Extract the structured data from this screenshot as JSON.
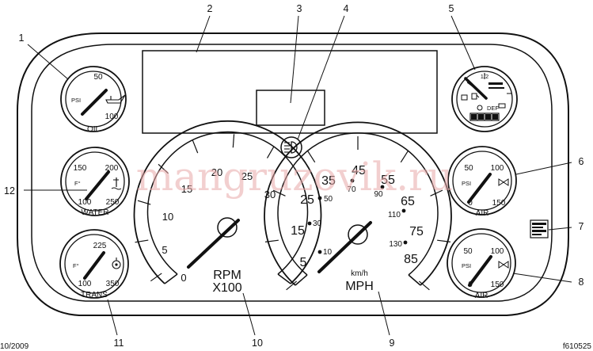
{
  "callouts": [
    "1",
    "2",
    "3",
    "4",
    "5",
    "6",
    "7",
    "8",
    "9",
    "10",
    "11",
    "12"
  ],
  "footer": {
    "left": "10/2009",
    "right": "f610525"
  },
  "watermark": "mangruzovik.ru",
  "oil_gauge": {
    "mark_top": "50",
    "unit": "PSI",
    "mark_bottom": "100",
    "name": "OIL"
  },
  "water_gauge": {
    "mark_150": "150",
    "mark_200": "200",
    "unit": "F°",
    "mark_100": "100",
    "mark_250": "250",
    "name": "WATER"
  },
  "trans_gauge": {
    "mark_225": "225",
    "unit": "F°",
    "mark_100": "100",
    "mark_350": "350",
    "name": "TRANS"
  },
  "air_gauge_1": {
    "mark_50": "50",
    "mark_100": "100",
    "unit": "PSI",
    "mark_0": "0",
    "mark_150": "150",
    "name": "AIR"
  },
  "air_gauge_2": {
    "mark_50": "50",
    "mark_100": "100",
    "unit": "PSI",
    "mark_0": "0",
    "mark_150": "150",
    "name": "AIR"
  },
  "fuel_gauge": {
    "mark_half": "1/2",
    "def_label": "DEF"
  },
  "tachometer": {
    "ticks": [
      "0",
      "5",
      "10",
      "15",
      "20",
      "25",
      "30"
    ],
    "label_top": "RPM",
    "label_bottom": "X100"
  },
  "speedometer": {
    "mph_ticks": [
      "5",
      "15",
      "25",
      "35",
      "45",
      "55",
      "65",
      "75",
      "85"
    ],
    "kmh_ticks": [
      "10",
      "30",
      "50",
      "70",
      "90",
      "110",
      "130"
    ],
    "unit_small": "km/h",
    "unit_big": "MPH"
  }
}
